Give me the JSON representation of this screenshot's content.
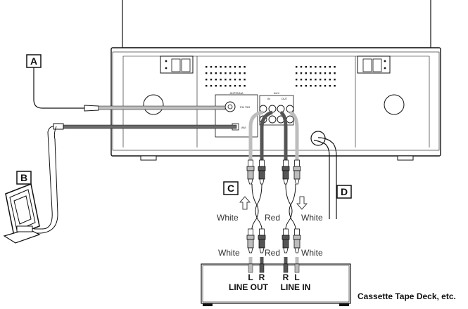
{
  "callouts": {
    "a": "A",
    "b": "B",
    "c": "C",
    "d": "D"
  },
  "panel": {
    "antenna": "ANTENNA",
    "fm": "FM 75Ω",
    "am": "AM",
    "aux": "AUX",
    "aux_in": "IN",
    "aux_out": "OUT"
  },
  "cable_labels": {
    "white_upper_left": "White",
    "red_upper": "Red",
    "white_upper_right": "White",
    "white_lower_left": "White",
    "red_lower": "Red",
    "white_lower_right": "White"
  },
  "deck": {
    "l1": "L",
    "r1": "R",
    "r2": "R",
    "l2": "L",
    "line_out": "LINE OUT",
    "line_in": "LINE IN",
    "caption": "Cassette Tape Deck, etc."
  },
  "colors": {
    "outline": "#111111",
    "white_wire": "#bdbdbd",
    "red_wire": "#555555"
  }
}
